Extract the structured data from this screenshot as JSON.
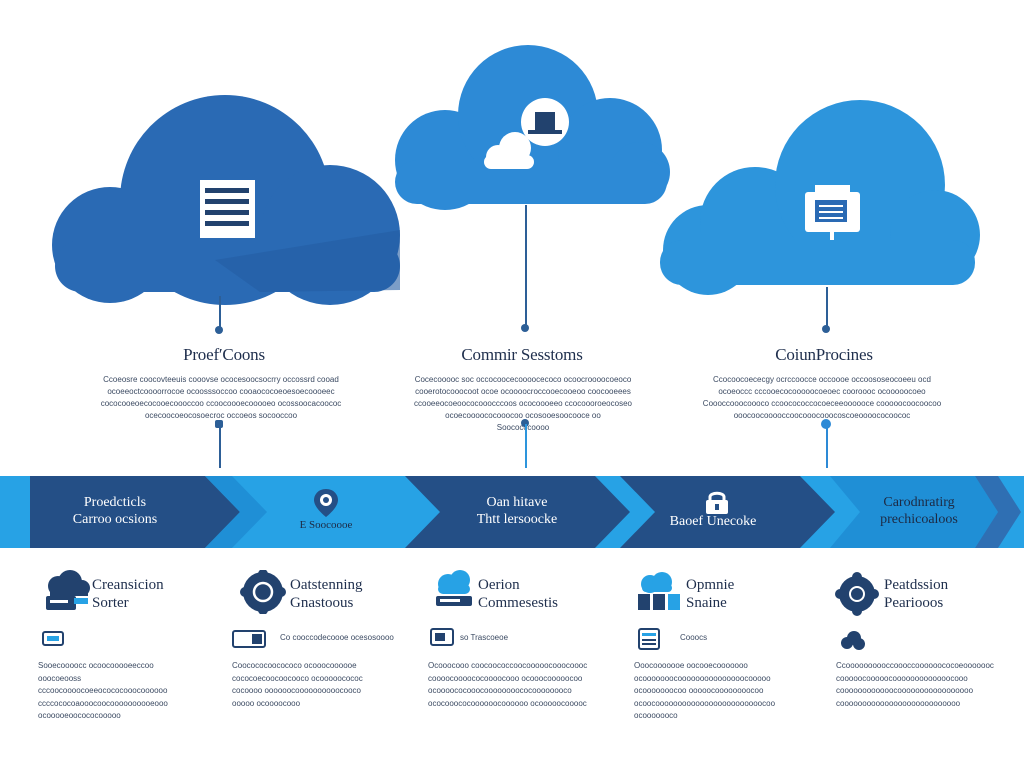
{
  "colors": {
    "cloud_dark": "#2a6ab4",
    "cloud_mid": "#2d8ad6",
    "cloud_light": "#2d95dc",
    "band_light": "#27a2e5",
    "band_dark": "#244f86",
    "text_dark": "#1f2f4d",
    "icon_navy": "#22426e"
  },
  "clouds": [
    {
      "title": "ProefʹCoons",
      "desc": "Ccoeosre coocovteeuis cooovse ococesoocsocrry occossrd cooad\nocoeeoctcoooorrocoe ocoosssoccoo cooaococoeoesoecoooeec\ncococooeoecocooecoooccoo ccoocoooecooooeo ocossoocacoococ\nocecoocoeocosoecroc occoeos socooccoo",
      "icon": "document-icon"
    },
    {
      "title": "Commir Sesstoms",
      "desc": "Cocecooooc soc occocoocecoooocecoco ocoocroooocoeoco\ncooerotocooocoot ocoe ocoooocroccooecooeoo coocooeees\nccooeeocoeoococooocccoos ococoooeeo ccocoooroeocoseo\nocoecoooococooocoo ocosooesoocooce oo\nSoococccoooo",
      "icon": "laptop-icon"
    },
    {
      "title": "CoiunProcines",
      "desc": "Ccocoocoececgy ocrccoocce occoooe occoososeocoeeu ocd\nocoeoccc cccooecocooooocoeoec cooroooc ocooooocoeo\nCoooccooocoooco ccoocococcocoeceeoooooce cooooocoocoocoo\nooocoocooooccoocooocooocoscoeoooococoococ",
      "icon": "clipboard-icon"
    }
  ],
  "chevrons": [
    {
      "label": "Proedcticls\nCarroo ocsions",
      "icon": "",
      "tone": "dark"
    },
    {
      "label": "E Soocoooe",
      "icon": "location-pin-icon",
      "tone": "light"
    },
    {
      "label": "Oan hitave\nThtt lersoocke",
      "icon": "",
      "tone": "dark"
    },
    {
      "label": "Baoef Unecoke",
      "icon": "lock-icon",
      "tone": "light"
    },
    {
      "label": "Carodnratirg\nprechicoaloos",
      "icon": "",
      "tone": "light"
    }
  ],
  "bottom": [
    {
      "title": "Creansicion\nSorter",
      "icon": "cloud-server-icon",
      "sub_label": "",
      "sub_icon": "folder-icon",
      "desc": "Sooecoooocc ocoocooooeeccoo ooocoeooss\ncccoocoooocoeeocococooocoooooo\nccccococoaooocoocoooooooooeooo\n  ocooooeoocococooooo"
    },
    {
      "title": "Oatstenning\nGnastoous",
      "icon": "gear-icon",
      "sub_label": "Co cooccodecoooe ocesosoooo",
      "sub_icon": "bag-icon",
      "desc": "Coocococoocococo ocooocoooooe\ncococoecoocoocooco ocooooocococ\ncocoooo oooooocoooooooooocooco\n   ooooo ocoooocooo"
    },
    {
      "title": "Oerion\nCommesestis",
      "icon": "cloud-upload-icon",
      "sub_label": "so Trascoeoe",
      "sub_icon": "monitor-icon",
      "desc": "Ocooocooo coocoococcoocooooocooocoooc\ncoooocoooococoooocooo ocooocooooocoo\nocoooococooocoooooooococoooooooco\nococooococoooooocoooooo ocooooocooooc"
    },
    {
      "title": "Opmnie\nSnaine",
      "icon": "cloud-network-icon",
      "sub_label": "Cooocs",
      "sub_icon": "browser-icon",
      "desc": "Ooocooooooe oocooecooooooo\nocooooooocooooooooooooooocooooo\nocooooooocoo ooooocoooooooocoo\nocoocoooooooooooooooooooooooocoo\nocooooooco"
    },
    {
      "title": "Peatdssion\nPeariooos",
      "icon": "gear-network-icon",
      "sub_label": "",
      "sub_icon": "cloud-cluster-icon",
      "desc": "Ccoooooooooccoooccoooooococoeooooooc\ncooooocooooocooooooooooooocooo\ncoooooooooooocooooooooooooooooo\ncooooooooooooooooooooooooooo"
    }
  ]
}
